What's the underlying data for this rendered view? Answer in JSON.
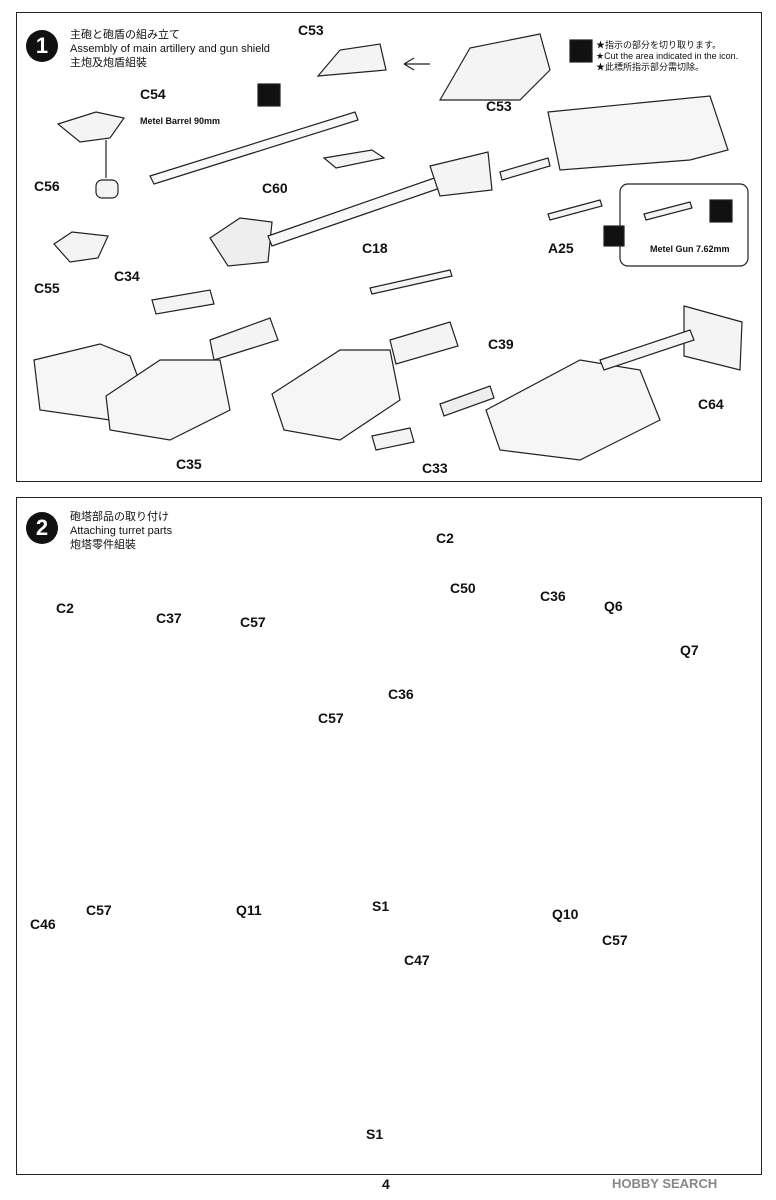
{
  "step1": {
    "number": "1",
    "title_jp": "主砲と砲盾の組み立て",
    "title_en": "Assembly of main artillery and gun shield",
    "title_cn": "主炮及炮盾組裝",
    "barrel_note": "Metel Barrel 90mm",
    "gun_note": "Metel Gun 7.62mm",
    "cut_note": [
      "★指示の部分を切り取ります。",
      "★Cut the area indicated in the icon.",
      "★此標所指示部分需切除。"
    ],
    "parts": [
      "C53",
      "C53",
      "C54",
      "C56",
      "C60",
      "C55",
      "C18",
      "A25",
      "C34",
      "C39",
      "C64",
      "C35",
      "C33"
    ]
  },
  "step2": {
    "number": "2",
    "title_jp": "砲塔部品の取り付け",
    "title_en": "Attaching turret parts",
    "title_cn": "炮塔零件組裝",
    "parts": [
      "C2",
      "C50",
      "C2",
      "C37",
      "C57",
      "C36",
      "Q6",
      "C36",
      "Q7",
      "C57",
      "S1",
      "C46",
      "C57",
      "Q11",
      "Q10",
      "C47",
      "C57",
      "S1"
    ]
  },
  "footer": {
    "page": "4",
    "watermark": "HOBBY SEARCH"
  }
}
